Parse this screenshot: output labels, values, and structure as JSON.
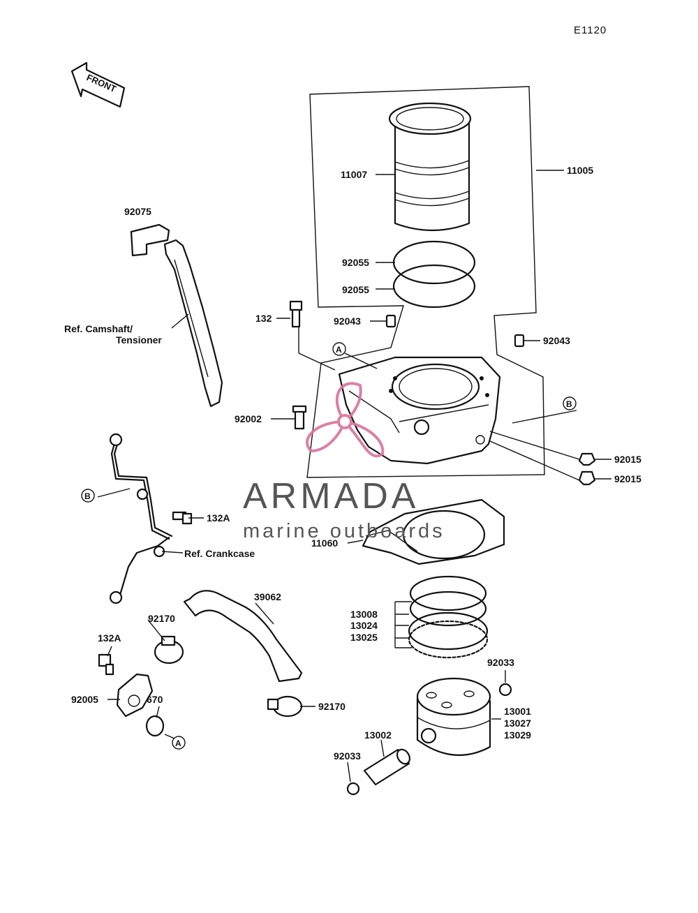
{
  "page_code": "E1120",
  "front_label": "FRONT",
  "parts": {
    "p11007": "11007",
    "p11005": "11005",
    "p92075": "92075",
    "p92055a": "92055",
    "p92055b": "92055",
    "p132": "132",
    "p92043a": "92043",
    "p92043b": "92043",
    "p92002": "92002",
    "p92015a": "92015",
    "p92015b": "92015",
    "p132A_a": "132A",
    "p132A_b": "132A",
    "p11060": "11060",
    "p39062": "39062",
    "p92170a": "92170",
    "p92170b": "92170",
    "p13008": "13008",
    "p13024": "13024",
    "p13025": "13025",
    "p92033a": "92033",
    "p92033b": "92033",
    "p92005": "92005",
    "p670": "670",
    "p13001": "13001",
    "p13027": "13027",
    "p13029": "13029",
    "p13002": "13002"
  },
  "refs": {
    "camshaft_line1": "Ref. Camshaft/",
    "camshaft_line2": "Tensioner",
    "crankcase": "Ref. Crankcase"
  },
  "markers": {
    "A": "A",
    "B": "B"
  },
  "watermark": {
    "brand": "ARMADA",
    "tagline": "marine outboards",
    "brand_color": "#d9739a"
  }
}
